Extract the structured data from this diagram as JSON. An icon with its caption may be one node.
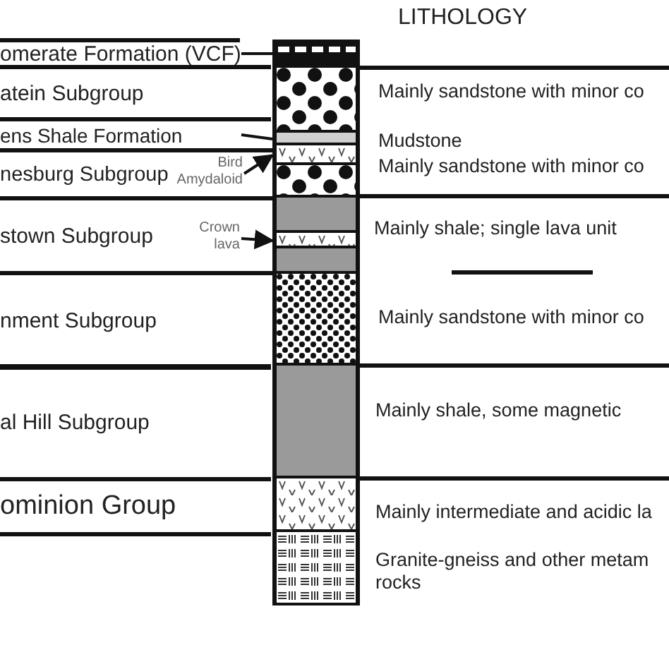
{
  "diagram": {
    "nodes": [
      {
        "text": [
          "omerate Formation (VCF)"
        ]
      },
      {
        "text": [
          "atein Subgroup"
        ]
      },
      {
        "text": [
          "ens Shale Formation"
        ]
      },
      {
        "text": [
          "nesburg Subgroup"
        ]
      },
      {
        "text": [
          "stown Subgroup"
        ]
      },
      {
        "text": [
          "nment Subgroup"
        ]
      },
      {
        "text": [
          "al Hill Subgroup"
        ]
      },
      {
        "text": [
          "ominion Group"
        ]
      },
      {
        "text": [
          "Bird Amydaloid"
        ],
        "in": 3
      },
      {
        "text": [
          "Crown lava"
        ],
        "in": 4
      },
      {
        "text": [],
        "shape": "bar"
      },
      {
        "text": [],
        "shape": "bar"
      },
      {
        "text": [],
        "shape": "bar"
      },
      {
        "text": [],
        "shape": "bar"
      },
      {
        "text": [],
        "shape": "bar"
      },
      {
        "text": [],
        "shape": "bar"
      },
      {
        "text": [],
        "shape": "bar"
      },
      {
        "text": [],
        "shape": "bar"
      },
      {
        "text": [],
        "shape": "bar"
      },
      {
        "text": [],
        "shape": "bar"
      },
      {
        "text": [],
        "shape": "bar"
      },
      {
        "text": [],
        "shape": "bar"
      }
    ],
    "edges": [
      {
        "from": 0,
        "to": 10,
        "arrow": "none"
      },
      {
        "from": 2,
        "to": 12,
        "arrow": "none"
      },
      {
        "from": 8,
        "to": 13,
        "arrow": "to"
      },
      {
        "from": 9,
        "to": 16,
        "arrow": "to"
      }
    ],
    "labels": [
      "LITHOLOGY",
      "Mainly sandstone with minor co",
      "Mudstone",
      "Mainly sandstone with minor co",
      "Mainly shale; single  lava unit",
      "Mainly sandstone with minor co",
      "Mainly shale, some magnetic",
      "Mainly intermediate and acidic la",
      "Granite-gneiss and other metam rocks"
    ]
  }
}
